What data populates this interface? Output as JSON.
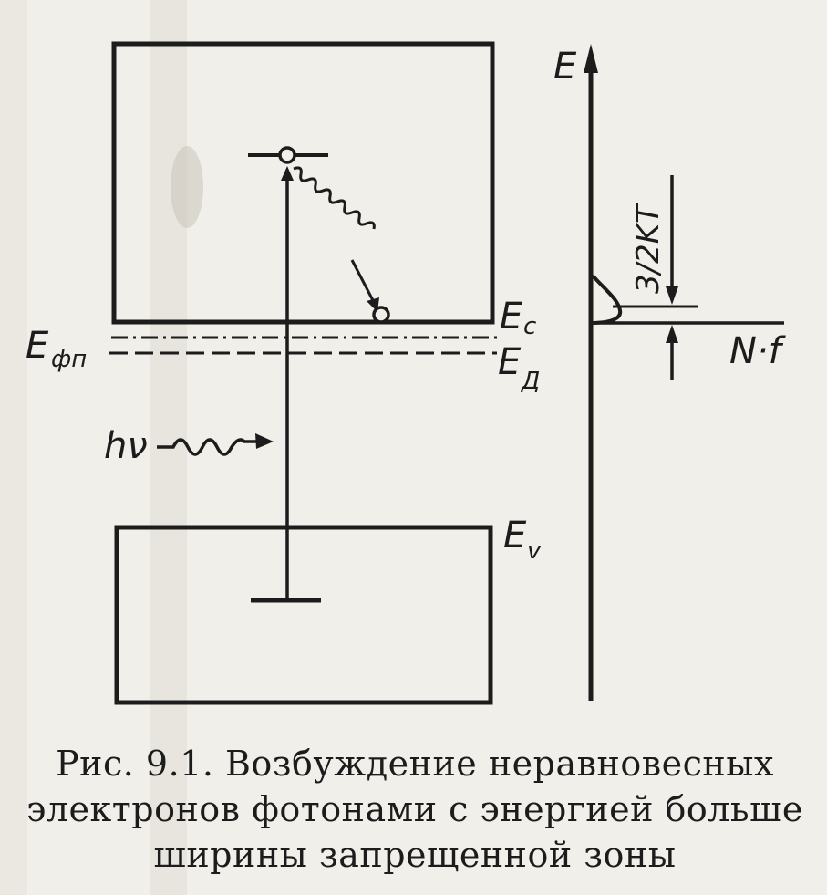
{
  "labels": {
    "energy_axis": "E",
    "ec_main": "E",
    "ec_sub": "c",
    "efn_main": "E",
    "efn_sub": "фп",
    "ed_main": "E",
    "ed_sub": "Д",
    "ev_main": "E",
    "ev_sub": "v",
    "photon": "hν",
    "thermal": "3/2KT",
    "nf_axis": "N·f"
  },
  "caption": {
    "line1": "Рис. 9.1. Возбуждение неравновесных",
    "line2": "электронов фотонами с энергией больше",
    "line3": "ширины запрещенной зоны"
  },
  "colors": {
    "ink": "#1c1c1c",
    "paper": "#f1efe9"
  }
}
